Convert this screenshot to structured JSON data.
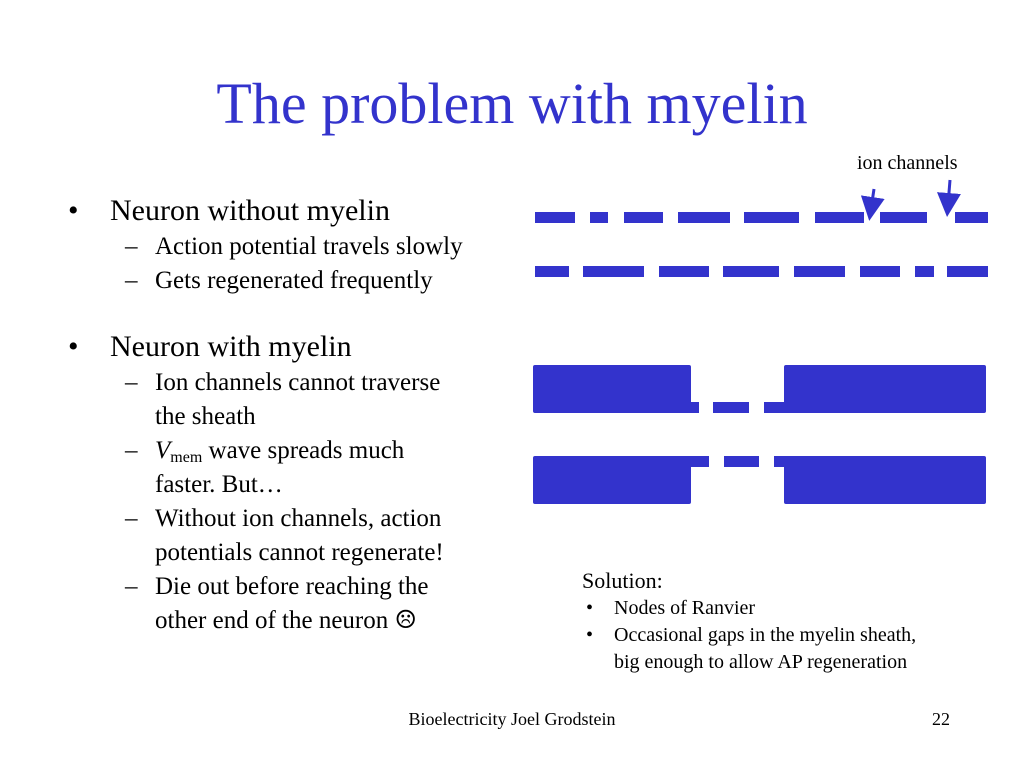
{
  "slide": {
    "title": "The problem with myelin",
    "ion_label": "ion channels",
    "section1": {
      "heading": "Neuron without myelin",
      "items": [
        "Action potential travels slowly",
        "Gets regenerated frequently"
      ]
    },
    "section2": {
      "heading": "Neuron with myelin",
      "item1_line1": "Ion channels cannot traverse",
      "item1_line2": "the sheath",
      "item2_var": "V",
      "item2_sub": "mem",
      "item2_rest": " wave spreads much",
      "item2_line2": "faster. But…",
      "item3_line1": "Without ion channels, action",
      "item3_line2": "potentials cannot regenerate!",
      "item4_line1": "Die out before reaching the",
      "item4_line2": "other end of the neuron ☹"
    },
    "solution": {
      "heading": "Solution:",
      "item1": "Nodes of Ranvier",
      "item2_line1": "Occasional gaps in the myelin sheath,",
      "item2_line2": "big enough to allow AP regeneration"
    },
    "footer": "Bioelectricity Joel Grodstein",
    "page_number": "22",
    "bullet_symbol": "•",
    "dash_symbol": "–",
    "colors": {
      "title": "#3333cc",
      "membrane": "#3333cc",
      "text": "#000000"
    }
  }
}
